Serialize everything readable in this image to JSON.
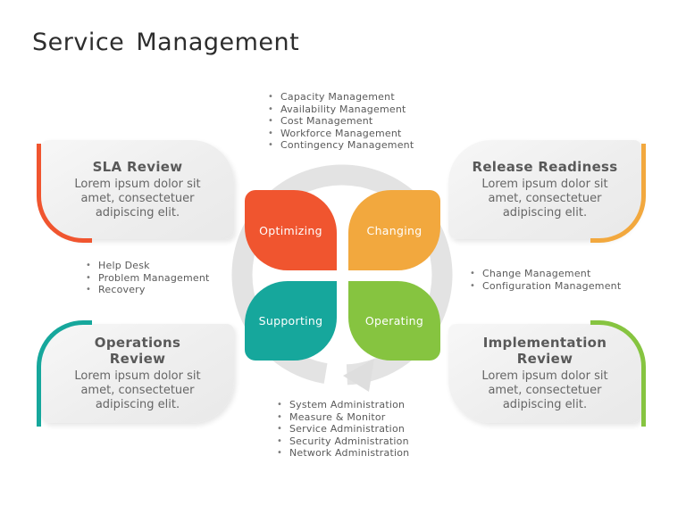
{
  "slide": {
    "title": "Service Management"
  },
  "colors": {
    "optimizing": "#F0552F",
    "changing": "#F2A83E",
    "supporting": "#16A79C",
    "operating": "#86C440",
    "ring": "#E3E3E3",
    "arrow": "#DEDEDE",
    "card_background": "#EFEFEF",
    "heading_text": "#595959",
    "body_text": "#666666",
    "title_text": "#2D2D2D"
  },
  "petals": [
    {
      "id": "optimizing",
      "label": "Optimizing",
      "color": "#F0552F"
    },
    {
      "id": "changing",
      "label": "Changing",
      "color": "#F2A83E"
    },
    {
      "id": "supporting",
      "label": "Supporting",
      "color": "#16A79C"
    },
    {
      "id": "operating",
      "label": "Operating",
      "color": "#86C440"
    }
  ],
  "cards": [
    {
      "id": "sla",
      "title": "SLA Review",
      "body": "Lorem ipsum dolor sit\namet, consectetuer\nadipiscing elit.",
      "accent": "#F0552F"
    },
    {
      "id": "release",
      "title": "Release Readiness",
      "body": "Lorem ipsum dolor sit\namet, consectetuer\nadipiscing elit.",
      "accent": "#F2A83E"
    },
    {
      "id": "operations",
      "title": "Operations\nReview",
      "body": "Lorem ipsum dolor sit\namet, consectetuer\nadipiscing elit.",
      "accent": "#16A79C"
    },
    {
      "id": "implementation",
      "title": "Implementation\nReview",
      "body": "Lorem ipsum dolor sit\namet, consectetuer\nadipiscing elit.",
      "accent": "#86C440"
    }
  ],
  "lists": {
    "top": [
      "Capacity Management",
      "Availability Management",
      "Cost Management",
      "Workforce Management",
      "Contingency Management"
    ],
    "left": [
      "Help Desk",
      "Problem Management",
      "Recovery"
    ],
    "right": [
      "Change Management",
      "Configuration Management"
    ],
    "bottom": [
      "System Administration",
      "Measure & Monitor",
      "Service Administration",
      "Security Administration",
      "Network Administration"
    ]
  }
}
